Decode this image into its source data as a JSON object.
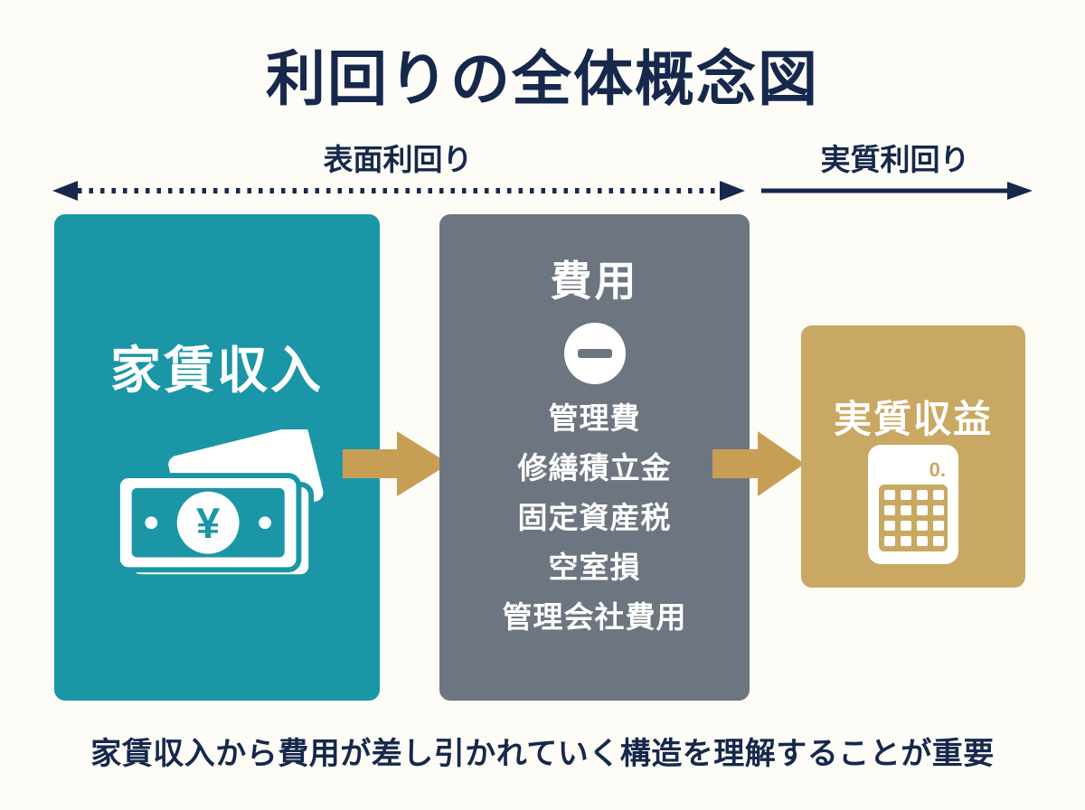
{
  "title": "利回りの全体概念図",
  "yield_spans": {
    "gross": {
      "label": "表面利回り",
      "arrow_style": "dotted-double-headed"
    },
    "net": {
      "label": "実質利回り",
      "arrow_style": "solid-right"
    }
  },
  "boxes": {
    "rent_income": {
      "label": "家賃収入",
      "icon": "yen-banknotes-icon",
      "yen_symbol": "¥",
      "color": "#1a96a6"
    },
    "expenses": {
      "title": "費用",
      "icon": "minus-circle-icon",
      "color": "#6d7580",
      "items": [
        "管理費",
        "修繕積立金",
        "固定資産税",
        "空室損",
        "管理会社費用"
      ]
    },
    "net_profit": {
      "label": "実質収益",
      "icon": "calculator-icon",
      "calc_display": "0.",
      "color": "#c9a863"
    }
  },
  "flow": {
    "arrow_color": "#c79f54"
  },
  "footer": "家賃収入から費用が差し引かれていく構造を理解することが重要",
  "colors": {
    "text": "#16284b",
    "background": "#fdfcf7"
  }
}
